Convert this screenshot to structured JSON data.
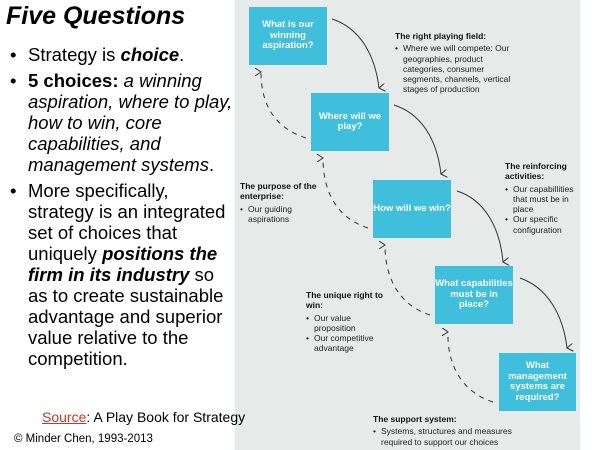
{
  "title": "Five Questions",
  "bullets": {
    "b1": {
      "text": "Strategy is ",
      "em": "choice",
      "end": "."
    },
    "b2": {
      "bold": "5 choices:",
      "italic": " a winning aspiration, where to play, how to win, core capabilities, and management systems",
      "end": "."
    },
    "b3": {
      "text1": "More specifically, strategy is an integrated set of choices that uniquely ",
      "bolditalic": "positions the firm in its industry",
      "text2": " so as to create sustainable advantage and superior value relative to the competition."
    }
  },
  "source": {
    "link": "Source",
    "text": ": A Play Book for Strategy"
  },
  "copyright": "© Minder Chen, 1993-2013",
  "diagram": {
    "boxes": [
      "What is our winning aspiration?",
      "Where will we play?",
      "How will we win?",
      "What capabilities must be in place?",
      "What management systems are required?"
    ],
    "labels": {
      "playing_field": {
        "heading": "The right playing field:",
        "items": [
          "Where we will compete: Our geographies, product categories, consumer segments, channels, vertical stages of production"
        ]
      },
      "reinforcing": {
        "heading": "The reinforcing activities:",
        "items": [
          "Our capabillities that must be in place",
          "Our specific configuration"
        ]
      },
      "purpose": {
        "heading": "The purpose of the enterprise:",
        "items": [
          "Our guiding aspirations"
        ]
      },
      "unique": {
        "heading": "The unique right to win:",
        "items": [
          "Our value proposition",
          "Our competitive advantage"
        ]
      },
      "support": {
        "heading": "The support system:",
        "items": [
          "Systems, structures and measures required to support our choices"
        ]
      }
    },
    "colors": {
      "box": "#3fbfdc",
      "background": "#e6ebe9"
    }
  }
}
